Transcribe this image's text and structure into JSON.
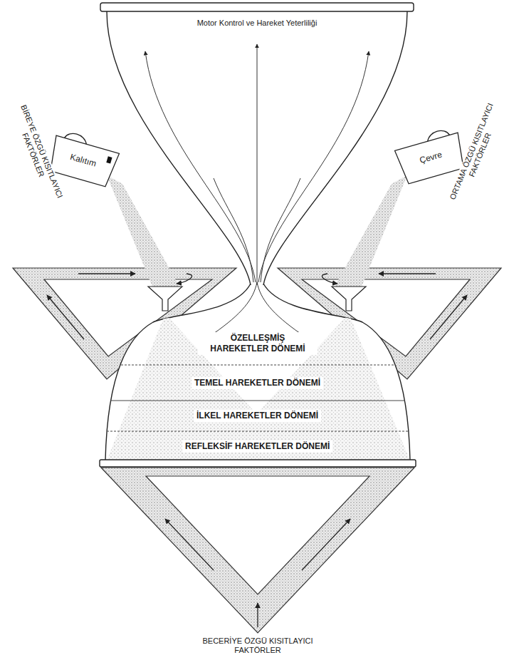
{
  "diagram": {
    "nodes": [
      {
        "text": [
          "Motor Kontrol ve Hareket Yeterliliği"
        ]
      },
      {
        "text": [
          "Kalıtım"
        ]
      },
      {
        "text": [
          "Çevre"
        ]
      },
      {
        "text": [
          "ÖZELLEŞMİŞ HAREKETLER DÖNEMİ"
        ]
      },
      {
        "text": [
          "TEMEL HAREKETLER DÖNEMİ"
        ]
      },
      {
        "text": [
          "İLKEL HAREKETLER DÖNEMİ"
        ]
      },
      {
        "text": [
          "REFLEKSİF HAREKETLER DÖNEMİ"
        ]
      }
    ],
    "labels": [
      "BİREYE ÖZGÜ KISITLAYICI FAKTÖRLER",
      "ORTAMA ÖZGÜ KISITLAYICI FAKTÖRLER",
      "BECERİYE ÖZGÜ KISITLAYICI FAKTÖRLER"
    ]
  }
}
